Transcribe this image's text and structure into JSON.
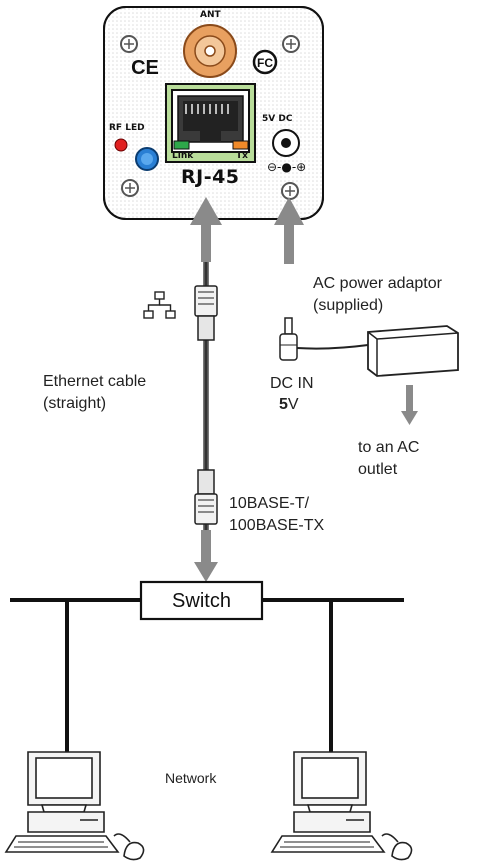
{
  "device": {
    "ant": "ANT",
    "ce": "CE",
    "fc": "FC",
    "rfled": "RF LED",
    "dc5v": "5V DC",
    "link": "Link",
    "tx": "Tx",
    "rj45": "RJ-45",
    "polarity": "⊖-●-⊕"
  },
  "labels": {
    "ethernet_cable": [
      "Ethernet cable",
      "(straight)"
    ],
    "ac_adaptor": [
      "AC power adaptor",
      "(supplied)"
    ],
    "dc_in": "DC IN",
    "volt_num": "5",
    "volt_unit": "V",
    "ac_outlet": [
      "to an AC",
      "outlet"
    ],
    "base_t": [
      "10BASE-T/",
      "100BASE-TX"
    ],
    "switch": "Switch",
    "network": "Network"
  },
  "colors": {
    "led_red": "#e02020",
    "button_blue": "#2a7fd4",
    "antenna": "#e8a060",
    "led_green": "#2ea84a",
    "led_orange": "#f08a2a",
    "rj45_frame": "#b9dd9a",
    "arrow_gray": "#8a8a8a"
  }
}
